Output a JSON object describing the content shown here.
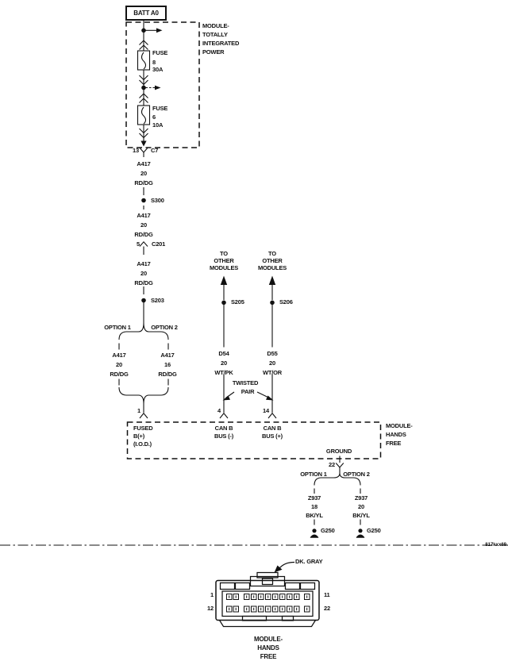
{
  "id_label": "817kxx69",
  "tipm": {
    "batt": "BATT A0",
    "module_lines": [
      "MODULE-",
      "TOTALLY",
      "INTEGRATED",
      "POWER"
    ],
    "fuse1": {
      "name": "FUSE",
      "num": "8",
      "amp": "30A"
    },
    "fuse2": {
      "name": "FUSE",
      "num": "6",
      "amp": "10A"
    }
  },
  "power_branch": {
    "c7_pin": "13",
    "c7": "C7",
    "w1": [
      "A417",
      "20",
      "RD/DG"
    ],
    "s300": "S300",
    "w2": [
      "A417",
      "20",
      "RD/DG"
    ],
    "c201_pin": "5",
    "c201": "C201",
    "w3": [
      "A417",
      "20",
      "RD/DG"
    ],
    "s203": "S203",
    "option1": "OPTION 1",
    "option2": "OPTION 2",
    "w_opt1": [
      "A417",
      "20",
      "RD/DG"
    ],
    "w_opt2": [
      "A417",
      "16",
      "RD/DG"
    ],
    "pin1": "1"
  },
  "can_left": {
    "to_lines": [
      "TO",
      "OTHER",
      "MODULES"
    ],
    "splice": "S205",
    "wire": [
      "D54",
      "20",
      "WT/PK"
    ],
    "pin": "4",
    "cavity_lines": [
      "CAN B",
      "BUS (-)"
    ]
  },
  "can_right": {
    "to_lines": [
      "TO",
      "OTHER",
      "MODULES"
    ],
    "splice": "S206",
    "wire": [
      "D55",
      "20",
      "WT/OR"
    ],
    "pin": "14",
    "cavity_lines": [
      "CAN B",
      "BUS (+)"
    ]
  },
  "twisted": {
    "line1": "TWISTED",
    "line2": "PAIR"
  },
  "hf_module": {
    "name_lines": [
      "MODULE-",
      "HANDS",
      "FREE"
    ],
    "fused_lines": [
      "FUSED",
      "B(+)",
      "(I.O.D.)"
    ],
    "ground": "GROUND",
    "pin22": "22",
    "option1": "OPTION 1",
    "option2": "OPTION 2",
    "gw1": [
      "Z937",
      "18",
      "BK/YL"
    ],
    "gw2": [
      "Z937",
      "20",
      "BK/YL"
    ],
    "g250_1": "G250",
    "g250_2": "G250"
  },
  "connector": {
    "color_label": "DK. GRAY",
    "pin_tl": "1",
    "pin_tr": "11",
    "pin_bl": "12",
    "pin_br": "22",
    "caption_lines": [
      "MODULE-",
      "HANDS",
      "FREE"
    ]
  },
  "colors": {
    "line": "#111111",
    "bg": "#ffffff"
  }
}
